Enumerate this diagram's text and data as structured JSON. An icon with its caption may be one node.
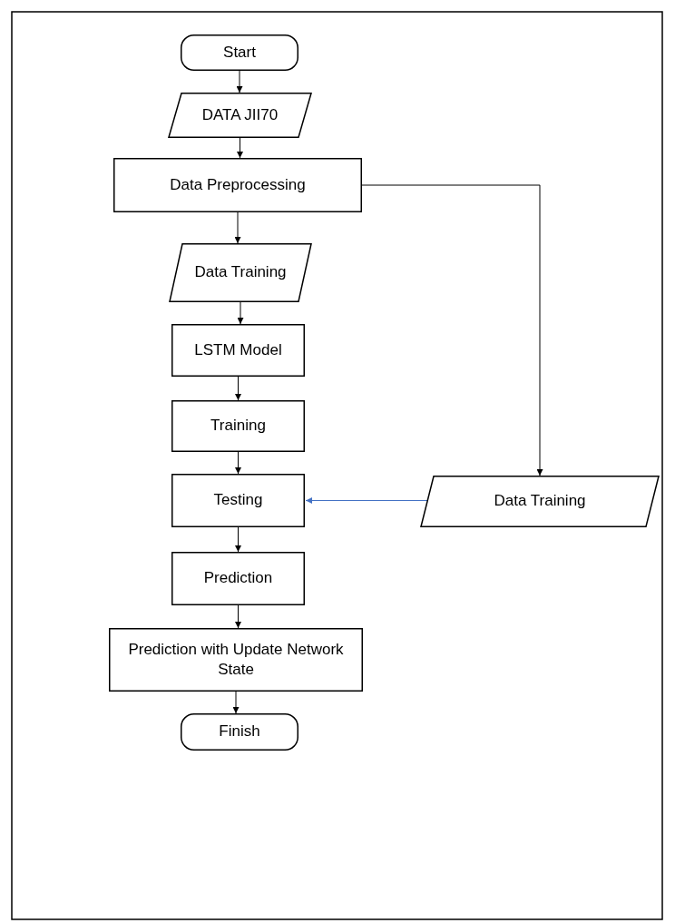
{
  "diagram": {
    "nodes": [
      {
        "text": [
          "Start"
        ]
      },
      {
        "text": [
          "DATA JII70"
        ]
      },
      {
        "text": [
          "Data Preprocessing"
        ]
      },
      {
        "text": [
          "Data Training"
        ]
      },
      {
        "text": [
          "LSTM Model"
        ]
      },
      {
        "text": [
          "Training"
        ]
      },
      {
        "text": [
          "Testing"
        ]
      },
      {
        "text": [
          "Prediction"
        ]
      },
      {
        "text": [
          "Prediction with Update Network State"
        ]
      },
      {
        "text": [
          "Finish"
        ]
      },
      {
        "text": [
          "Data Training"
        ]
      }
    ],
    "edges": [
      {
        "from": 0,
        "to": 1,
        "arrow": "to"
      },
      {
        "from": 1,
        "to": 2,
        "arrow": "to"
      },
      {
        "from": 2,
        "to": 3,
        "arrow": "to"
      },
      {
        "from": 3,
        "to": 4,
        "arrow": "to"
      },
      {
        "from": 4,
        "to": 5,
        "arrow": "to"
      },
      {
        "from": 5,
        "to": 6,
        "arrow": "to"
      },
      {
        "from": 6,
        "to": 7,
        "arrow": "to"
      },
      {
        "from": 7,
        "to": 8,
        "arrow": "to"
      },
      {
        "from": 8,
        "to": 9,
        "arrow": "to"
      },
      {
        "from": 2,
        "to": 10,
        "arrow": "to"
      },
      {
        "from": 10,
        "to": 6,
        "arrow": "to",
        "color": "#4472c4"
      }
    ]
  }
}
